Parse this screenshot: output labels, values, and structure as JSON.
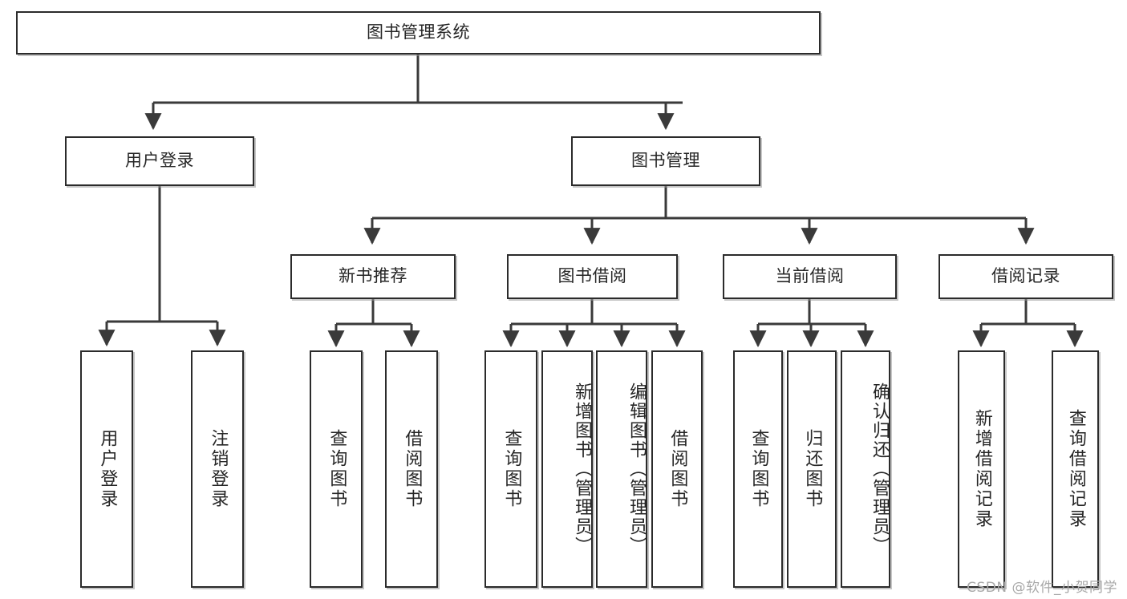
{
  "diagram": {
    "title": "图书管理系统",
    "type": "hierarchy-tree",
    "watermark": "CSDN @软件_小贺同学",
    "style": {
      "box_border": "#2b2b2b",
      "box_fill": "#ffffff",
      "connector": "#3a3a3a",
      "background": "#ffffff",
      "watermark_color": "#a8a8a8"
    },
    "nodes": {
      "root": {
        "label": "图书管理系统"
      },
      "level2": [
        {
          "id": "user-login",
          "label": "用户登录"
        },
        {
          "id": "book-manage",
          "label": "图书管理"
        }
      ],
      "level3": [
        {
          "id": "new-book-rec",
          "label": "新书推荐"
        },
        {
          "id": "book-borrow",
          "label": "图书借阅"
        },
        {
          "id": "current-borrow",
          "label": "当前借阅"
        },
        {
          "id": "borrow-record",
          "label": "借阅记录"
        }
      ],
      "leaves": {
        "user-login": [
          {
            "id": "leaf-user-login",
            "label": "用户登录"
          },
          {
            "id": "leaf-logout-login",
            "label": "注销登录"
          }
        ],
        "new-book-rec": [
          {
            "id": "leaf-query-book-1",
            "label": "查询图书"
          },
          {
            "id": "leaf-borrow-book-1",
            "label": "借阅图书"
          }
        ],
        "book-borrow": [
          {
            "id": "leaf-query-book-2",
            "label": "查询图书"
          },
          {
            "id": "leaf-add-book",
            "label": "新增图书（管理员）"
          },
          {
            "id": "leaf-edit-book",
            "label": "编辑图书（管理员）"
          },
          {
            "id": "leaf-borrow-book-2",
            "label": "借阅图书"
          }
        ],
        "current-borrow": [
          {
            "id": "leaf-query-book-3",
            "label": "查询图书"
          },
          {
            "id": "leaf-return-book",
            "label": "归还图书"
          },
          {
            "id": "leaf-confirm-return",
            "label": "确认归还（管理员）"
          }
        ],
        "borrow-record": [
          {
            "id": "leaf-add-record",
            "label": "新增借阅记录"
          },
          {
            "id": "leaf-query-record",
            "label": "查询借阅记录"
          }
        ]
      }
    }
  }
}
